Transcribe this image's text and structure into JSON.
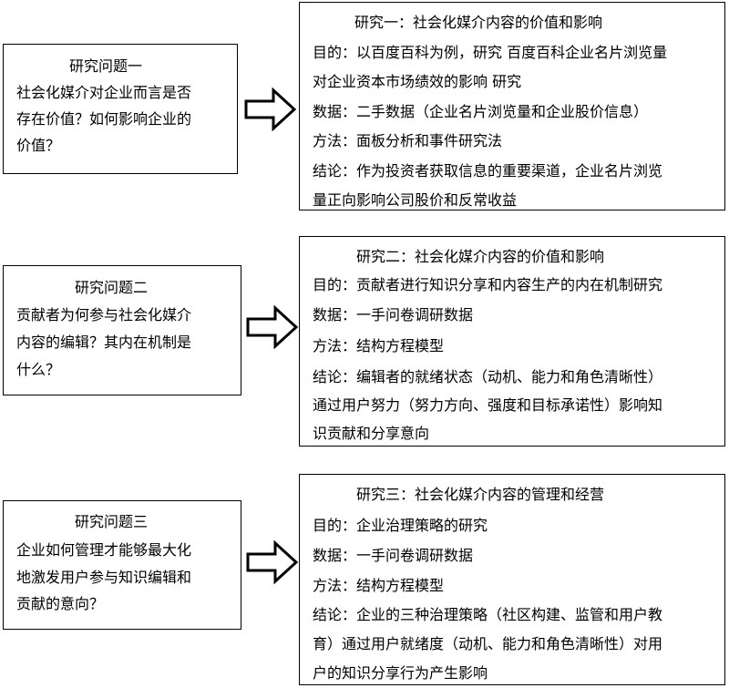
{
  "rows": [
    {
      "question": {
        "title": "研究问题一",
        "lines": [
          "社会化媒介对企业而言是否",
          "存在价值？如何影响企业的",
          "价值？"
        ]
      },
      "study": {
        "title": "研究一：社会化媒介内容的价值和影响",
        "lines": [
          "目的：以百度百科为例，研究 百度百科企业名片浏览量",
          "对企业资本市场绩效的影响 研究",
          "数据：二手数据（企业名片浏览量和企业股价信息）",
          "方法：面板分析和事件研究法",
          "结论：作为投资者获取信息的重要渠道，企业名片浏览",
          "量正向影响公司股价和反常收益"
        ]
      }
    },
    {
      "question": {
        "title": "研究问题二",
        "lines": [
          "贡献者为何参与社会化媒介",
          "内容的编辑？其内在机制是",
          "什么？"
        ]
      },
      "study": {
        "title": "研究二：社会化媒介内容的价值和影响",
        "lines": [
          "目的：贡献者进行知识分享和内容生产的内在机制研究",
          "数据：一手问卷调研数据",
          "方法：结构方程模型",
          "结论：编辑者的就绪状态（动机、能力和角色清晰性）",
          "通过用户努力（努力方向、强度和目标承诺性）影响知",
          "识贡献和分享意向"
        ]
      }
    },
    {
      "question": {
        "title": "研究问题三",
        "lines": [
          "企业如何管理才能够最大化",
          "地激发用户参与知识编辑和",
          "贡献的意向？"
        ]
      },
      "study": {
        "title": "研究三：社会化媒介内容的管理和经营",
        "lines": [
          "目的：企业治理策略的研究",
          "数据：一手问卷调研数据",
          "方法：结构方程模型",
          "结论：企业的三种治理策略（社区构建、监管和用户教",
          "育）通过用户就绪度（动机、能力和角色清晰性）对用",
          "户的知识分享行为产生影响"
        ]
      }
    }
  ]
}
